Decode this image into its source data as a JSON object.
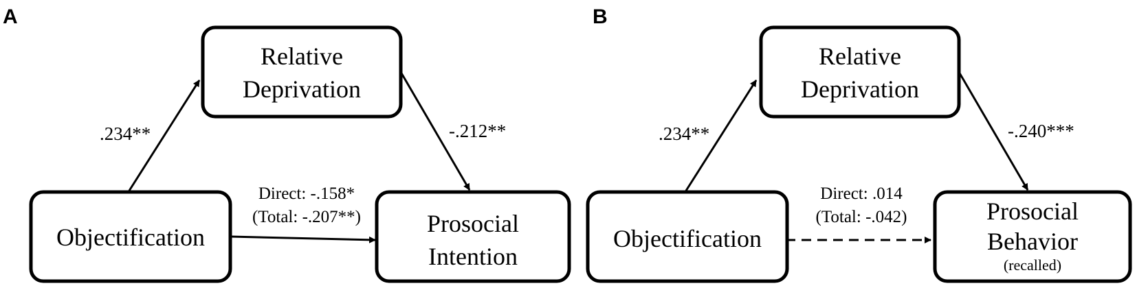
{
  "panels": [
    {
      "label": "A",
      "mediator": {
        "line1": "Relative",
        "line2": "Deprivation"
      },
      "predictor": "Objectification",
      "outcome": {
        "line1": "Prosocial",
        "line2": "Intention",
        "note": ""
      },
      "path_a": ".234**",
      "path_b": "-.212**",
      "direct": "Direct: -.158*",
      "total": "(Total: -.207**)",
      "direct_significant": true
    },
    {
      "label": "B",
      "mediator": {
        "line1": "Relative",
        "line2": "Deprivation"
      },
      "predictor": "Objectification",
      "outcome": {
        "line1": "Prosocial",
        "line2": "Behavior",
        "note": "(recalled)"
      },
      "path_a": ".234**",
      "path_b": "-.240***",
      "direct": "Direct: .014",
      "total": "(Total: -.042)",
      "direct_significant": false
    }
  ]
}
